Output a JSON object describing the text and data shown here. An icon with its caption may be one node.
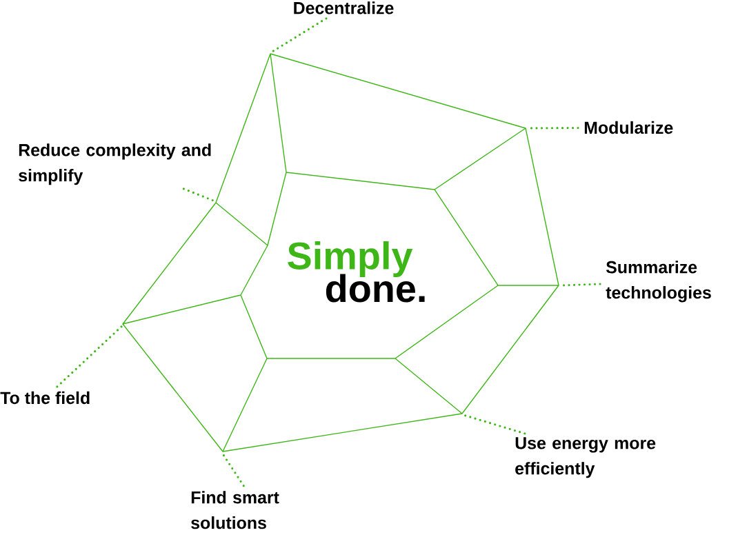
{
  "diagram": {
    "nodes": [
      {
        "text": [
          "Decentralize"
        ]
      },
      {
        "text": [
          "Modularize"
        ]
      },
      {
        "text": [
          "Reduce complexity and simplify"
        ]
      },
      {
        "text": [
          "Summarize technologies"
        ]
      },
      {
        "text": [
          "To the field"
        ]
      },
      {
        "text": [
          "Use energy more efficiently"
        ]
      },
      {
        "text": [
          "Find smart solutions"
        ]
      }
    ],
    "edges": [
      {
        "from": 0,
        "to": null,
        "arrow": "none"
      },
      {
        "from": 1,
        "to": null,
        "arrow": "none"
      },
      {
        "from": 2,
        "to": null,
        "arrow": "none"
      },
      {
        "from": 3,
        "to": null,
        "arrow": "none"
      },
      {
        "from": 4,
        "to": null,
        "arrow": "none"
      },
      {
        "from": 5,
        "to": null,
        "arrow": "none"
      },
      {
        "from": 6,
        "to": null,
        "arrow": "none"
      }
    ],
    "labels": [
      "Simply",
      "done."
    ]
  }
}
